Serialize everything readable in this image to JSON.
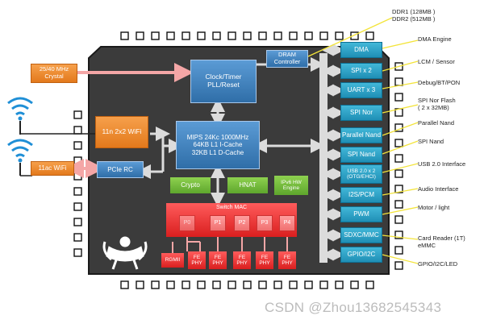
{
  "external": {
    "crystal": "25/40 MHz\nCrystal",
    "wifi_11n": "11n 2x2 WiFi",
    "wifi_11ac": "11ac WiFi",
    "pcie_rc": "PCIe RC"
  },
  "core": {
    "clock": "Clock/Timer\nPLL/Reset",
    "cpu": "MIPS 24Kc 1000MHz\n64KB L1 I-Cache\n32KB L1 D-Cache",
    "dram": "DRAM\nController",
    "crypto": "Crypto",
    "hnat": "HNAT",
    "ipv6": "IPv6 HW\nEngine"
  },
  "switch": {
    "title": "Switch MAC",
    "ports": [
      "P0",
      "P1",
      "P2",
      "P3",
      "P4"
    ],
    "rgmii": "RGMII",
    "phy": "FE\nPHY"
  },
  "peripherals": [
    "DMA",
    "SPI x 2",
    "UART x 3",
    "SPI Nor",
    "Parallel  Nand",
    "SPI Nand",
    "USB 2.0 x 2\n(OTG/EHCI)",
    "I2S/PCM",
    "PWM",
    "SDXC/MMC",
    "GPIO/I2C"
  ],
  "right_labels": {
    "ddr": "DDR1 (128MB )\nDDR2 (512MB )",
    "dma": "DMA Engine",
    "lcm": "LCM / Sensor",
    "debug": "Debug/BT/PON",
    "spinor": "SPI Nor Flash\n( 2 x 32MB)",
    "pnand": "Parallel Nand",
    "spinand": "SPI Nand",
    "usb": "USB 2.0 Interface",
    "audio": "Audio Interface",
    "motor": "Motor / light",
    "card": "Card Reader (1T)\neMMC",
    "gpio": "GPIO/I2C/LED"
  },
  "watermark": "CSDN @Zhou13682545343",
  "colors": {
    "chip_body": "#3a3a3a",
    "blue": "#3a7fc0",
    "orange": "#ee8a2a",
    "green": "#6cbc3a",
    "teal": "#2aa2c8",
    "red": "#e83030",
    "callout": "#f3e43a",
    "crystal_arrow": "#f4a6a6"
  }
}
